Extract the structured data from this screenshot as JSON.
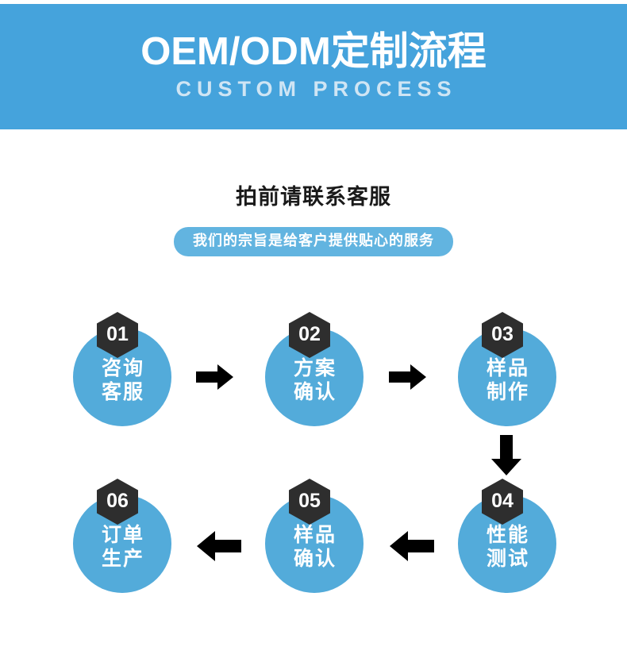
{
  "banner": {
    "title": "OEM/ODM定制流程",
    "subtitle": "CUSTOM PROCESS",
    "bg_color": "#45a3dc",
    "title_color": "#ffffff",
    "subtitle_color": "#cfe5f4"
  },
  "intro": {
    "heading": "拍前请联系客服",
    "pill_text": "我们的宗旨是给客户提供贴心的服务",
    "pill_bg_color": "#62b4e0",
    "pill_text_color": "#ffffff",
    "heading_color": "#1a1a1a"
  },
  "flow": {
    "circle_color": "#53abda",
    "badge_color": "#2e2e2e",
    "arrow_color": "#000000",
    "steps": [
      {
        "number": "01",
        "line1": "咨询",
        "line2": "客服"
      },
      {
        "number": "02",
        "line1": "方案",
        "line2": "确认"
      },
      {
        "number": "03",
        "line1": "样品",
        "line2": "制作"
      },
      {
        "number": "04",
        "line1": "性能",
        "line2": "测试"
      },
      {
        "number": "05",
        "line1": "样品",
        "line2": "确认"
      },
      {
        "number": "06",
        "line1": "订单",
        "line2": "生产"
      }
    ],
    "connectors": [
      {
        "name": "arrow-right-1",
        "direction": "right",
        "from": "01",
        "to": "02"
      },
      {
        "name": "arrow-right-2",
        "direction": "right",
        "from": "02",
        "to": "03"
      },
      {
        "name": "arrow-down-1",
        "direction": "down",
        "from": "03",
        "to": "04"
      },
      {
        "name": "arrow-left-1",
        "direction": "left",
        "from": "04",
        "to": "05"
      },
      {
        "name": "arrow-left-2",
        "direction": "left",
        "from": "05",
        "to": "06"
      }
    ]
  }
}
